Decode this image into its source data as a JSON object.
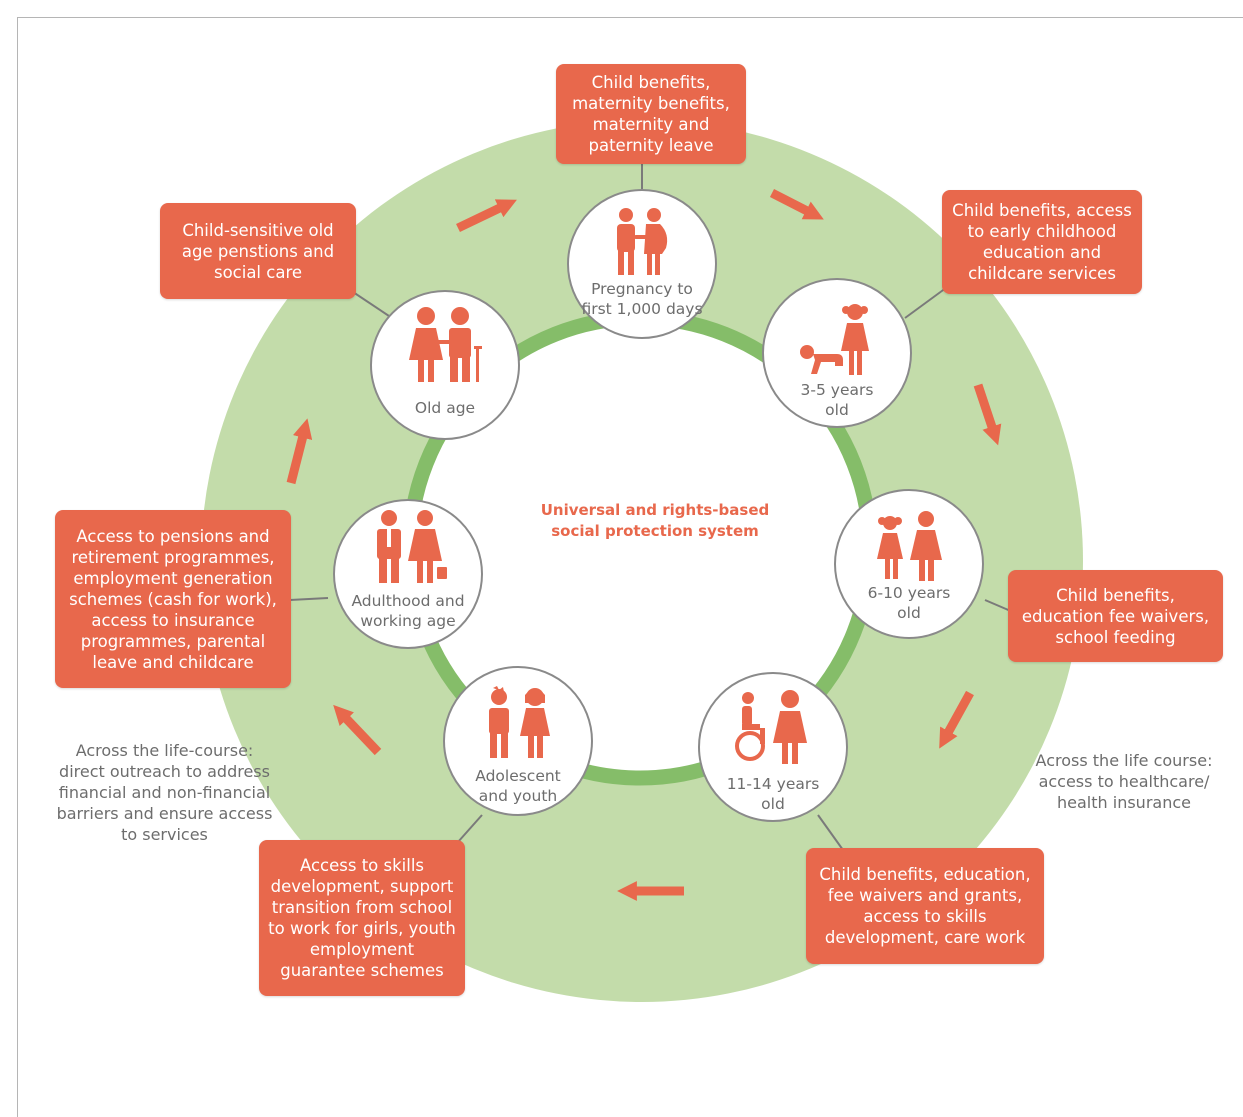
{
  "center_title": "Universal and rights-based social protection system",
  "stages": [
    {
      "id": "pregnancy",
      "label": "Pregnancy to first 1,000 days",
      "icons": [
        "man-icon",
        "pregnant-woman-icon"
      ]
    },
    {
      "id": "age-3-5",
      "label": "3-5 years old",
      "icons": [
        "crawling-baby-icon",
        "girl-icon"
      ]
    },
    {
      "id": "age-6-10",
      "label": "6-10 years old",
      "icons": [
        "girl-icon",
        "girl-icon"
      ]
    },
    {
      "id": "age-11-14",
      "label": "11-14 years old",
      "icons": [
        "wheelchair-user-icon",
        "girl-icon"
      ]
    },
    {
      "id": "adolescent",
      "label": "Adolescent and youth",
      "icons": [
        "boy-icon",
        "girl-icon"
      ]
    },
    {
      "id": "adulthood",
      "label": "Adulthood and working age",
      "icons": [
        "man-tie-icon",
        "woman-briefcase-icon"
      ]
    },
    {
      "id": "old-age",
      "label": "Old age",
      "icons": [
        "elderly-woman-icon",
        "elderly-man-cane-icon"
      ]
    }
  ],
  "benefits": [
    {
      "stage": "pregnancy",
      "text": "Child benefits, maternity benefits, maternity and paternity leave"
    },
    {
      "stage": "age-3-5",
      "text": "Child benefits, access to early childhood education and childcare services"
    },
    {
      "stage": "age-6-10",
      "text": "Child benefits, education fee waivers, school feeding"
    },
    {
      "stage": "age-11-14",
      "text": "Child benefits, education, fee waivers and grants, access to skills development, care work"
    },
    {
      "stage": "adolescent",
      "text": "Access to skills development, support transition from school to work for girls, youth employment guarantee schemes"
    },
    {
      "stage": "adulthood",
      "text": "Access to pensions and retirement programmes, employment generation schemes (cash for work), access to insurance programmes, parental leave and childcare"
    },
    {
      "stage": "old-age",
      "text": "Child-sensitive old age penstions and social care"
    }
  ],
  "notes": {
    "left": "Across the life-course: direct outreach to address financial and non-financial barriers and ensure access to services",
    "right": "Across the life course: access to healthcare/ health insurance"
  },
  "colors": {
    "accent": "#e8684c",
    "outer_ring": "#c3dcaa",
    "inner_ring": "#85bd69",
    "text_gray": "#6d6d6d"
  }
}
